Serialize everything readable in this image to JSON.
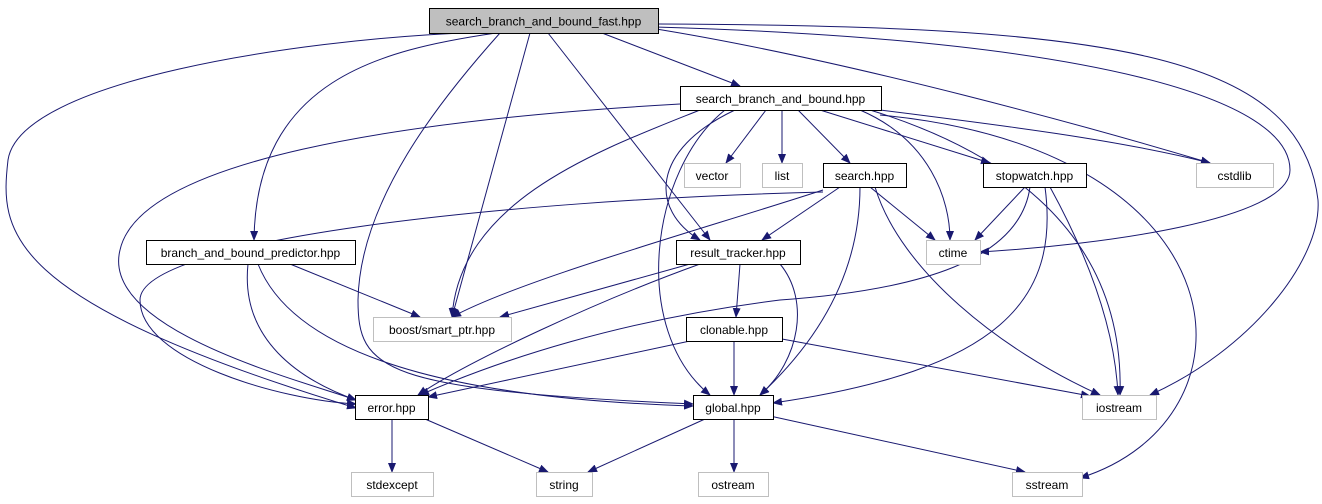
{
  "diagram": {
    "type": "include-dependency-graph",
    "edge_color": "#191970",
    "nodes": [
      {
        "id": "sbbf",
        "label": "search_branch_and_bound_fast.hpp",
        "kind": "root"
      },
      {
        "id": "sbb",
        "label": "search_branch_and_bound.hpp",
        "kind": "internal"
      },
      {
        "id": "bbp",
        "label": "branch_and_bound_predictor.hpp",
        "kind": "internal"
      },
      {
        "id": "search",
        "label": "search.hpp",
        "kind": "internal"
      },
      {
        "id": "stopwatch",
        "label": "stopwatch.hpp",
        "kind": "internal"
      },
      {
        "id": "rt",
        "label": "result_tracker.hpp",
        "kind": "internal"
      },
      {
        "id": "clonable",
        "label": "clonable.hpp",
        "kind": "internal"
      },
      {
        "id": "error",
        "label": "error.hpp",
        "kind": "internal"
      },
      {
        "id": "global",
        "label": "global.hpp",
        "kind": "internal"
      },
      {
        "id": "vector",
        "label": "vector",
        "kind": "external"
      },
      {
        "id": "list",
        "label": "list",
        "kind": "external"
      },
      {
        "id": "cstdlib",
        "label": "cstdlib",
        "kind": "external"
      },
      {
        "id": "ctime",
        "label": "ctime",
        "kind": "external"
      },
      {
        "id": "smartptr",
        "label": "boost/smart_ptr.hpp",
        "kind": "external"
      },
      {
        "id": "iostream",
        "label": "iostream",
        "kind": "external"
      },
      {
        "id": "stdexcept",
        "label": "stdexcept",
        "kind": "external"
      },
      {
        "id": "string",
        "label": "string",
        "kind": "external"
      },
      {
        "id": "ostream",
        "label": "ostream",
        "kind": "external"
      },
      {
        "id": "sstream",
        "label": "sstream",
        "kind": "external"
      }
    ],
    "edges": [
      [
        "sbbf",
        "sbb"
      ],
      [
        "sbbf",
        "bbp"
      ],
      [
        "sbbf",
        "error"
      ],
      [
        "sbbf",
        "global"
      ],
      [
        "sbbf",
        "smartptr"
      ],
      [
        "sbbf",
        "rt"
      ],
      [
        "sbbf",
        "cstdlib"
      ],
      [
        "sbbf",
        "ctime"
      ],
      [
        "sbbf",
        "iostream"
      ],
      [
        "sbb",
        "vector"
      ],
      [
        "sbb",
        "list"
      ],
      [
        "sbb",
        "search"
      ],
      [
        "sbb",
        "stopwatch"
      ],
      [
        "sbb",
        "cstdlib"
      ],
      [
        "sbb",
        "smartptr"
      ],
      [
        "sbb",
        "error"
      ],
      [
        "sbb",
        "rt"
      ],
      [
        "sbb",
        "global"
      ],
      [
        "sbb",
        "ctime"
      ],
      [
        "sbb",
        "iostream"
      ],
      [
        "sbb",
        "sstream"
      ],
      [
        "search",
        "rt"
      ],
      [
        "search",
        "ctime"
      ],
      [
        "search",
        "smartptr"
      ],
      [
        "search",
        "error"
      ],
      [
        "search",
        "global"
      ],
      [
        "search",
        "iostream"
      ],
      [
        "stopwatch",
        "ctime"
      ],
      [
        "stopwatch",
        "iostream"
      ],
      [
        "stopwatch",
        "global"
      ],
      [
        "stopwatch",
        "error"
      ],
      [
        "bbp",
        "smartptr"
      ],
      [
        "bbp",
        "error"
      ],
      [
        "bbp",
        "global"
      ],
      [
        "rt",
        "smartptr"
      ],
      [
        "rt",
        "clonable"
      ],
      [
        "rt",
        "error"
      ],
      [
        "rt",
        "global"
      ],
      [
        "clonable",
        "error"
      ],
      [
        "clonable",
        "global"
      ],
      [
        "clonable",
        "iostream"
      ],
      [
        "error",
        "stdexcept"
      ],
      [
        "error",
        "string"
      ],
      [
        "global",
        "string"
      ],
      [
        "global",
        "ostream"
      ],
      [
        "global",
        "sstream"
      ]
    ]
  }
}
